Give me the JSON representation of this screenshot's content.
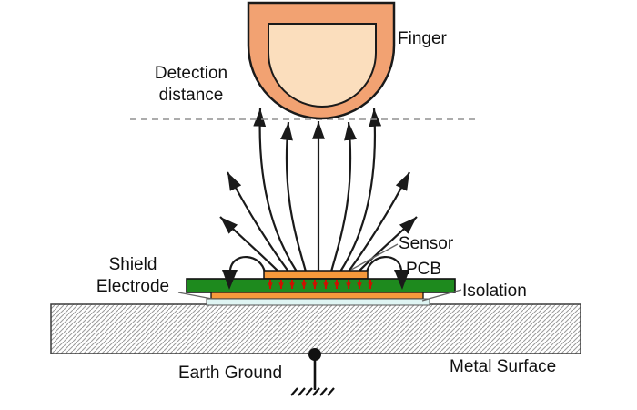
{
  "labels": {
    "finger": "Finger",
    "detection_distance": "Detection distance",
    "shield_electrode": "Shield Electrode",
    "sensor": "Sensor",
    "pcb": "PCB",
    "isolation": "Isolation",
    "earth_ground": "Earth Ground",
    "metal_surface": "Metal Surface"
  },
  "colors": {
    "finger_outer_fill": "#F2A272",
    "finger_inner_fill": "#FBDEBD",
    "sensor_fill": "#F6993B",
    "pcb_fill": "#1E8A1E",
    "shield_fill": "#F6993B",
    "isolation_fill": "#DFF5F3",
    "field_line": "#1A1A1A",
    "sensor_to_shield_arrows": "#CC1100",
    "detection_line": "#909090",
    "metal_hatch_line": "#9A9A9A"
  }
}
